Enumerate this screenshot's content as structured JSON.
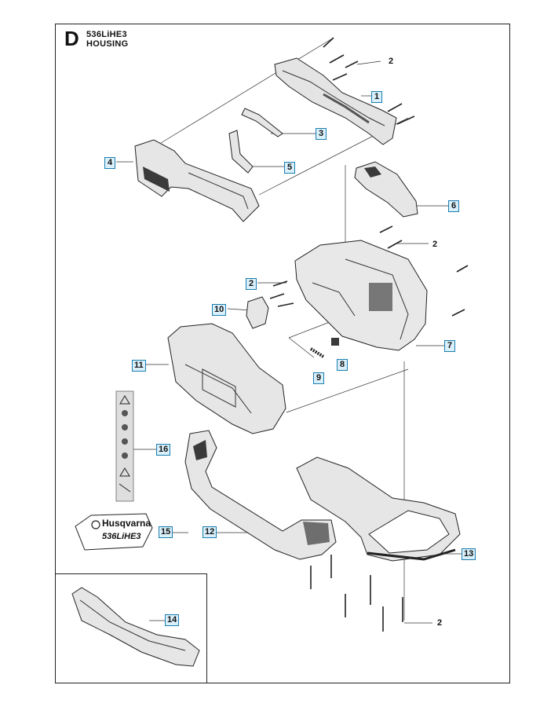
{
  "header": {
    "section_letter": "D",
    "model": "536LiHE3",
    "group": "HOUSING"
  },
  "decal": {
    "brand": "Husqvarna",
    "model_text": "536LiHE3"
  },
  "callouts": [
    {
      "id": "c1",
      "label": "1",
      "boxed": true
    },
    {
      "id": "c2a",
      "label": "2",
      "boxed": false
    },
    {
      "id": "c2b",
      "label": "2",
      "boxed": false
    },
    {
      "id": "c2c",
      "label": "2",
      "boxed": true
    },
    {
      "id": "c2d",
      "label": "2",
      "boxed": false
    },
    {
      "id": "c3",
      "label": "3",
      "boxed": true
    },
    {
      "id": "c4",
      "label": "4",
      "boxed": true
    },
    {
      "id": "c5",
      "label": "5",
      "boxed": true
    },
    {
      "id": "c6",
      "label": "6",
      "boxed": true
    },
    {
      "id": "c7",
      "label": "7",
      "boxed": true
    },
    {
      "id": "c8",
      "label": "8",
      "boxed": true
    },
    {
      "id": "c9",
      "label": "9",
      "boxed": true
    },
    {
      "id": "c10",
      "label": "10",
      "boxed": true
    },
    {
      "id": "c11",
      "label": "11",
      "boxed": true
    },
    {
      "id": "c12",
      "label": "12",
      "boxed": true
    },
    {
      "id": "c13",
      "label": "13",
      "boxed": true
    },
    {
      "id": "c14",
      "label": "14",
      "boxed": true
    },
    {
      "id": "c15",
      "label": "15",
      "boxed": true
    },
    {
      "id": "c16",
      "label": "16",
      "boxed": true
    }
  ],
  "colors": {
    "callout_border": "#1a7fb0",
    "callout_fill": "#d9eff9",
    "part_fill": "#e6e6e6",
    "part_dark": "#3a3a3a"
  }
}
